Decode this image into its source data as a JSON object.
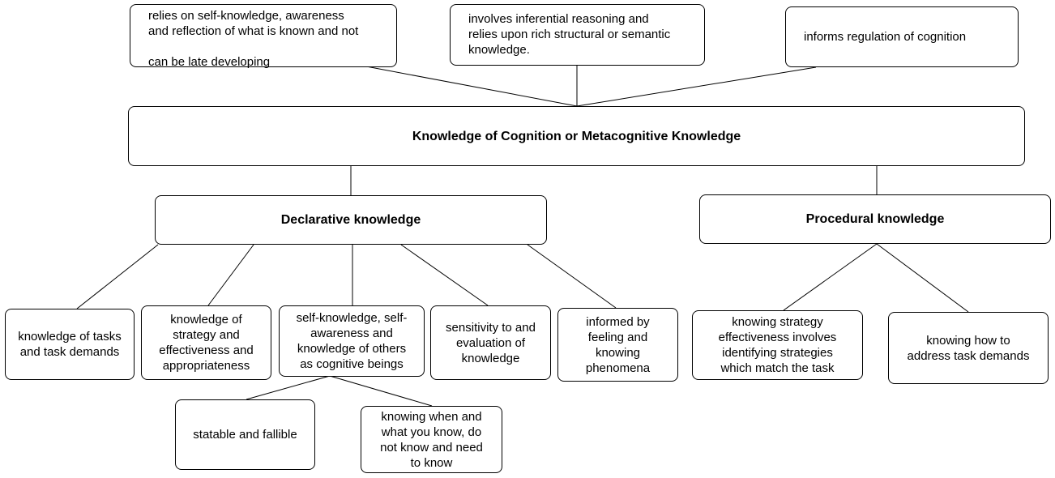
{
  "nodes": {
    "top_self_knowledge": "relies on self-knowledge, awareness\nand reflection of what is known and not\n\ncan be late developing",
    "top_inferential": "involves inferential reasoning and\nrelies upon rich structural or semantic\nknowledge.",
    "top_regulation": "informs regulation of cognition",
    "root": "Knowledge of Cognition or Metacognitive Knowledge",
    "declarative": "Declarative knowledge",
    "procedural": "Procedural knowledge",
    "tasks": "knowledge of tasks\nand task demands",
    "strategy": "knowledge of\nstrategy and\neffectiveness and\nappropriateness",
    "self_knowledge": "self-knowledge, self-\nawareness and\nknowledge of others\nas cognitive beings",
    "sensitivity": "sensitivity to and\nevaluation of\nknowledge",
    "informed": "informed by\nfeeling and\nknowing\nphenomena",
    "strategy_effectiveness": "knowing strategy\neffectiveness involves\nidentifying strategies\nwhich match the task",
    "task_demands": "knowing how to\naddress task demands",
    "statable": "statable and fallible",
    "knowing_when": "knowing when and\nwhat you know, do\nnot know and need\nto know"
  }
}
